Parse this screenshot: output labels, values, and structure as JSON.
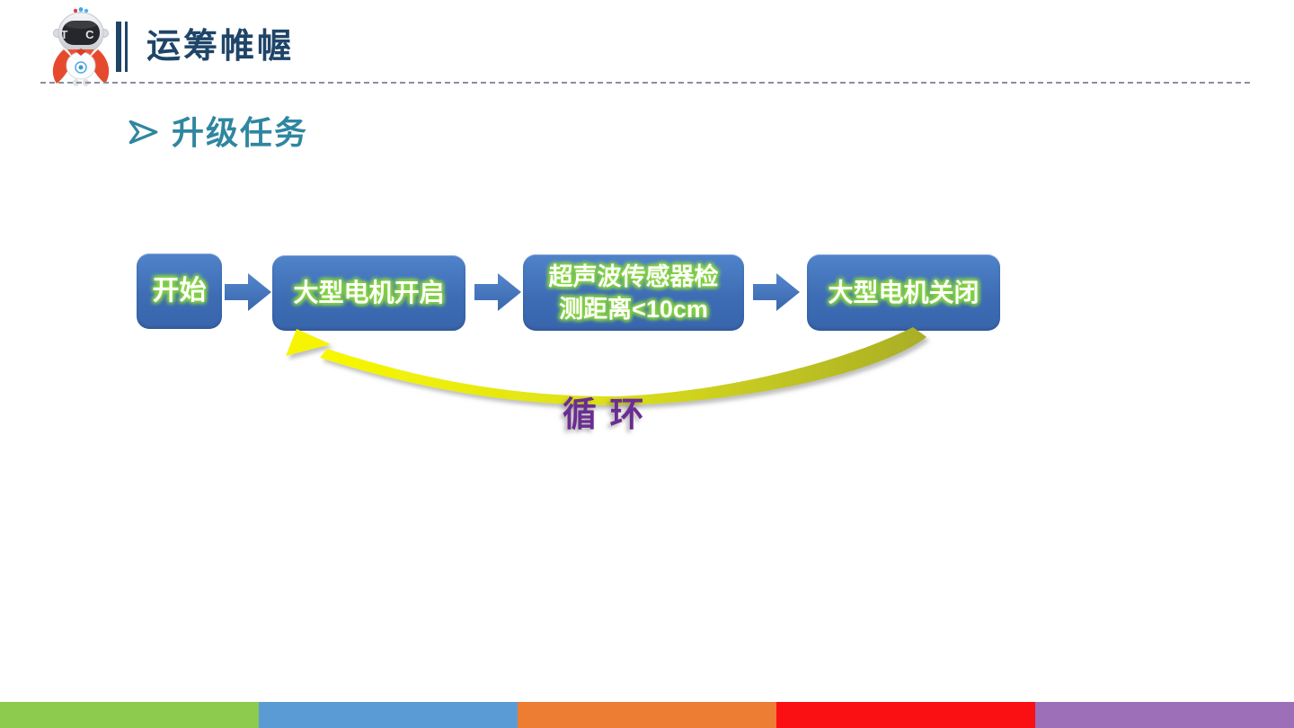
{
  "header": {
    "title": "运筹帷幄",
    "title_color": "#1F4568",
    "logo_name": "robot-mascot",
    "logo_face_letters": "T C"
  },
  "section": {
    "heading": "升级任务",
    "heading_color": "#2F86A0",
    "bullet_icon": "hollow-right-arrow"
  },
  "flowchart": {
    "nodes": [
      {
        "id": "start",
        "label": "开始",
        "lines": [
          "开始"
        ]
      },
      {
        "id": "big-motor-on",
        "label": "大型电机开启",
        "lines": [
          "大型电机开启"
        ]
      },
      {
        "id": "ultrasonic-check",
        "label": "超声波传感器检测距离<10cm",
        "lines": [
          "超声波传感器检",
          "测距离<10cm"
        ]
      },
      {
        "id": "big-motor-off",
        "label": "大型电机关闭",
        "lines": [
          "大型电机关闭"
        ]
      }
    ],
    "connector_icon": "right-block-arrow",
    "node_fill_top": "#5083CA",
    "node_fill_bottom": "#3865AC",
    "node_text_color": "#FDFEFB",
    "node_text_glow": "#86D43F",
    "loop_label": "循 环",
    "loop_label_color": "#6B2D91",
    "loop_arrow_color_dark": "#A9AE26",
    "loop_arrow_color_bright": "#F8F800"
  },
  "footer": {
    "segments": [
      {
        "name": "green",
        "color": "#8CCB4E"
      },
      {
        "name": "blue",
        "color": "#5B9BD5"
      },
      {
        "name": "orange",
        "color": "#EC7D33"
      },
      {
        "name": "red",
        "color": "#FA1013"
      },
      {
        "name": "purple",
        "color": "#9C6FB8"
      }
    ]
  }
}
